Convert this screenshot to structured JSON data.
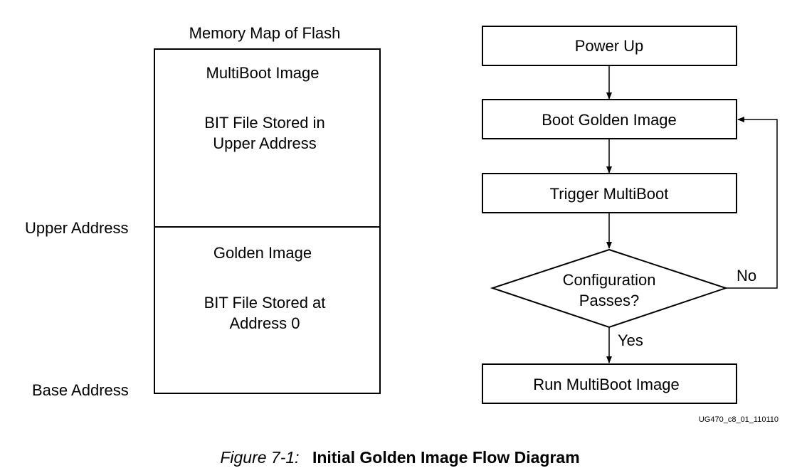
{
  "memory_map": {
    "title": "Memory Map of Flash",
    "upper_section": {
      "heading": "MultiBoot Image",
      "line1": "BIT File Stored in",
      "line2": "Upper Address"
    },
    "lower_section": {
      "heading": "Golden Image",
      "line1": "BIT File Stored at",
      "line2": "Address 0"
    },
    "upper_address_label": "Upper Address",
    "base_address_label": "Base Address"
  },
  "flow": {
    "power_up": "Power Up",
    "boot_golden": "Boot Golden Image",
    "trigger_multiboot": "Trigger MultiBoot",
    "decision_line1": "Configuration",
    "decision_line2": "Passes?",
    "no_label": "No",
    "yes_label": "Yes",
    "run_multiboot": "Run MultiBoot Image"
  },
  "doc_id": "UG470_c8_01_110110",
  "caption": {
    "figure_number": "Figure 7-1:",
    "title": "Initial Golden Image Flow Diagram"
  }
}
